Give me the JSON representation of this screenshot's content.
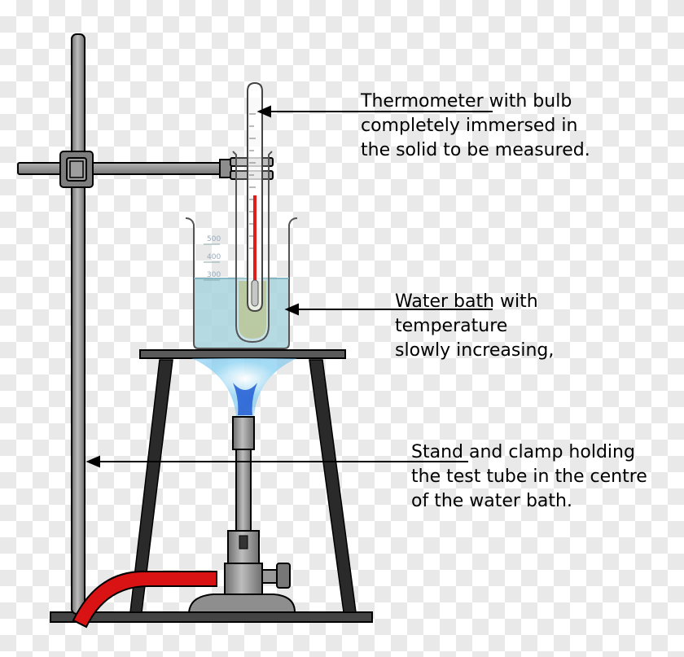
{
  "labels": {
    "thermometer": [
      "Thermometer with bulb",
      "completely immersed in",
      "the solid to be measured."
    ],
    "water_bath": [
      "Water bath with",
      "temperature",
      "slowly increasing,"
    ],
    "stand": [
      "Stand and clamp holding",
      "the test tube in the centre",
      "of the water bath."
    ]
  },
  "colors": {
    "stand_metal": "#8a8a8a",
    "metal_outline": "#000000",
    "water": "#a9d4dd",
    "glass_outline": "#555555",
    "thermometer_liquid": "#e21b1b",
    "solid_sample": "#b8c79a",
    "flame_outer": "#8fd3f0",
    "flame_inner": "#2a63d6",
    "gas_hose": "#d91313",
    "tripod_top": "#5a5a5a"
  },
  "beaker_markings": [
    "500",
    "400",
    "300"
  ]
}
